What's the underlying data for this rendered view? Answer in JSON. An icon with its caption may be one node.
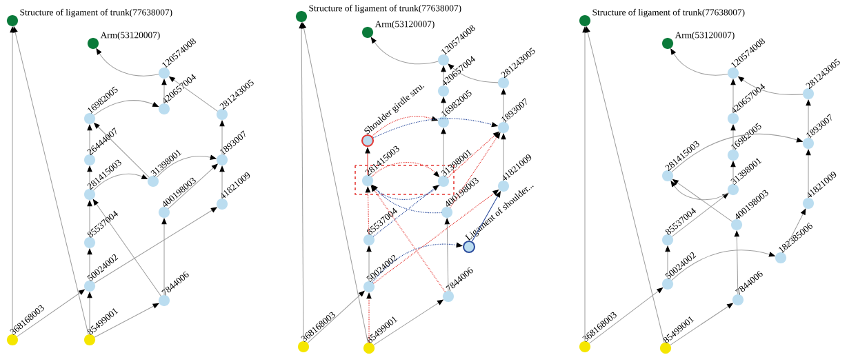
{
  "diagram": {
    "nodes": [
      {
        "text": [
          "Structure of ligament of trunk(77638007)"
        ]
      },
      {
        "text": [
          "Arm(53120007)"
        ]
      },
      {
        "text": [
          "120574008"
        ]
      },
      {
        "text": [
          "420657004"
        ]
      },
      {
        "text": [
          "16982005"
        ]
      },
      {
        "text": [
          "281243005"
        ]
      },
      {
        "text": [
          "26444007"
        ]
      },
      {
        "text": [
          "1893007"
        ]
      },
      {
        "text": [
          "31398001"
        ]
      },
      {
        "text": [
          "281415003"
        ]
      },
      {
        "text": [
          "41821009"
        ]
      },
      {
        "text": [
          "400198003"
        ]
      },
      {
        "text": [
          "85537004"
        ]
      },
      {
        "text": [
          "50024002"
        ]
      },
      {
        "text": [
          "7844006"
        ]
      },
      {
        "text": [
          "368168003"
        ]
      },
      {
        "text": [
          "85499001"
        ]
      },
      {
        "text": [
          "Structure of ligament of trunk(77638007)"
        ]
      },
      {
        "text": [
          "Arm(53120007)"
        ]
      },
      {
        "text": [
          "120574008"
        ]
      },
      {
        "text": [
          "281243005"
        ]
      },
      {
        "text": [
          "420657004"
        ]
      },
      {
        "text": [
          "16982005"
        ]
      },
      {
        "text": [
          "1893007"
        ]
      },
      {
        "text": [
          "Shoulder girdle stru."
        ]
      },
      {
        "text": [
          "281415003"
        ]
      },
      {
        "text": [
          "31398001"
        ]
      },
      {
        "text": [
          "41821009"
        ]
      },
      {
        "text": [
          "400198003"
        ]
      },
      {
        "text": [
          "85537004"
        ]
      },
      {
        "text": [
          "Ligament of shoulder..."
        ]
      },
      {
        "text": [
          "50024002"
        ]
      },
      {
        "text": [
          "7844006"
        ]
      },
      {
        "text": [
          "368168003"
        ]
      },
      {
        "text": [
          "85499001"
        ]
      },
      {
        "text": [
          "Structure of ligament of trunk(77638007)"
        ]
      },
      {
        "text": [
          "Arm(53120007)"
        ]
      },
      {
        "text": [
          "120574008"
        ]
      },
      {
        "text": [
          "281243005"
        ]
      },
      {
        "text": [
          "420657004"
        ]
      },
      {
        "text": [
          "1893007"
        ]
      },
      {
        "text": [
          "16982005"
        ]
      },
      {
        "text": [
          "281415003"
        ]
      },
      {
        "text": [
          "31398001"
        ]
      },
      {
        "text": [
          "41821009"
        ]
      },
      {
        "text": [
          "400198003"
        ]
      },
      {
        "text": [
          "85537004"
        ]
      },
      {
        "text": [
          "182385006"
        ]
      },
      {
        "text": [
          "50024002"
        ]
      },
      {
        "text": [
          "7844006"
        ]
      },
      {
        "text": [
          "368168003"
        ]
      },
      {
        "text": [
          "85499001"
        ]
      }
    ],
    "edges": [
      {
        "from": 15,
        "to": 0,
        "arrow": "to"
      },
      {
        "from": 15,
        "to": 13,
        "arrow": "to"
      },
      {
        "from": 16,
        "to": 0,
        "arrow": "to"
      },
      {
        "from": 16,
        "to": 13,
        "arrow": "to"
      },
      {
        "from": 16,
        "to": 14,
        "arrow": "to"
      },
      {
        "from": 13,
        "to": 12,
        "arrow": "to"
      },
      {
        "from": 13,
        "to": 10,
        "arrow": "to"
      },
      {
        "from": 12,
        "to": 9,
        "arrow": "to"
      },
      {
        "from": 14,
        "to": 9,
        "arrow": "to"
      },
      {
        "from": 14,
        "to": 11,
        "arrow": "to"
      },
      {
        "from": 9,
        "to": 8,
        "arrow": "to"
      },
      {
        "from": 9,
        "to": 6,
        "arrow": "to"
      },
      {
        "from": 6,
        "to": 4,
        "arrow": "to"
      },
      {
        "from": 8,
        "to": 4,
        "arrow": "to"
      },
      {
        "from": 8,
        "to": 7,
        "arrow": "to"
      },
      {
        "from": 11,
        "to": 7,
        "arrow": "to"
      },
      {
        "from": 10,
        "to": 7,
        "arrow": "to"
      },
      {
        "from": 7,
        "to": 5,
        "arrow": "to"
      },
      {
        "from": 4,
        "to": 3,
        "arrow": "to"
      },
      {
        "from": 3,
        "to": 2,
        "arrow": "to"
      },
      {
        "from": 5,
        "to": 2,
        "arrow": "to"
      },
      {
        "from": 2,
        "to": 1,
        "arrow": "to"
      },
      {
        "from": 33,
        "to": 17,
        "arrow": "to"
      },
      {
        "from": 33,
        "to": 31,
        "arrow": "to"
      },
      {
        "from": 34,
        "to": 17,
        "arrow": "to"
      },
      {
        "from": 34,
        "to": 32,
        "arrow": "to"
      },
      {
        "from": 31,
        "to": 29,
        "arrow": "to"
      },
      {
        "from": 32,
        "to": 28,
        "arrow": "to"
      },
      {
        "from": 26,
        "to": 22,
        "arrow": "to"
      },
      {
        "from": 22,
        "to": 21,
        "arrow": "to"
      },
      {
        "from": 21,
        "to": 19,
        "arrow": "to"
      },
      {
        "from": 20,
        "to": 19,
        "arrow": "to"
      },
      {
        "from": 23,
        "to": 20,
        "arrow": "to"
      },
      {
        "from": 27,
        "to": 23,
        "arrow": "to"
      },
      {
        "from": 19,
        "to": 18,
        "arrow": "to"
      },
      {
        "from": 25,
        "to": 24,
        "arrow": "to",
        "color": "#e53935"
      },
      {
        "from": 30,
        "to": 27,
        "arrow": "to",
        "color": "#2f4f9f"
      },
      {
        "from": 24,
        "to": 22,
        "arrow": "to",
        "style": "dashed",
        "color": "#e53935"
      },
      {
        "from": 25,
        "to": 26,
        "arrow": "to",
        "style": "dashed",
        "color": "#e53935"
      },
      {
        "from": 34,
        "to": 31,
        "arrow": "to",
        "style": "dashed",
        "color": "#e53935"
      },
      {
        "from": 29,
        "to": 25,
        "arrow": "to",
        "style": "dashed",
        "color": "#e53935"
      },
      {
        "from": 32,
        "to": 25,
        "arrow": "to",
        "style": "dashed",
        "color": "#e53935"
      },
      {
        "from": 31,
        "to": 27,
        "arrow": "to",
        "style": "dashed",
        "color": "#e53935"
      },
      {
        "from": 26,
        "to": 23,
        "arrow": "to",
        "style": "dashed",
        "color": "#e53935"
      },
      {
        "from": 28,
        "to": 23,
        "arrow": "to",
        "style": "dashed",
        "color": "#e53935"
      },
      {
        "from": 24,
        "to": 23,
        "arrow": "to",
        "style": "dashed",
        "color": "#2f4f9f"
      },
      {
        "from": 26,
        "to": 25,
        "arrow": "to",
        "style": "dashed",
        "color": "#2f4f9f"
      },
      {
        "from": 29,
        "to": 26,
        "arrow": "to",
        "style": "dashed",
        "color": "#2f4f9f"
      },
      {
        "from": 28,
        "to": 25,
        "arrow": "to",
        "style": "dashed",
        "color": "#2f4f9f"
      },
      {
        "from": 31,
        "to": 30,
        "arrow": "to",
        "style": "dashed",
        "color": "#2f4f9f"
      },
      {
        "from": 50,
        "to": 35,
        "arrow": "to"
      },
      {
        "from": 50,
        "to": 48,
        "arrow": "to"
      },
      {
        "from": 51,
        "to": 35,
        "arrow": "to"
      },
      {
        "from": 51,
        "to": 49,
        "arrow": "to"
      },
      {
        "from": 48,
        "to": 46,
        "arrow": "to"
      },
      {
        "from": 48,
        "to": 47,
        "arrow": "to"
      },
      {
        "from": 47,
        "to": 44,
        "arrow": "to"
      },
      {
        "from": 44,
        "to": 40,
        "arrow": "to"
      },
      {
        "from": 40,
        "to": 38,
        "arrow": "to"
      },
      {
        "from": 38,
        "to": 37,
        "arrow": "to"
      },
      {
        "from": 46,
        "to": 43,
        "arrow": "to"
      },
      {
        "from": 43,
        "to": 42,
        "arrow": "to"
      },
      {
        "from": 45,
        "to": 42,
        "arrow": "to"
      },
      {
        "from": 49,
        "to": 45,
        "arrow": "to"
      },
      {
        "from": 42,
        "to": 40,
        "arrow": "to"
      },
      {
        "from": 43,
        "to": 41,
        "arrow": "to"
      },
      {
        "from": 41,
        "to": 39,
        "arrow": "to"
      },
      {
        "from": 39,
        "to": 37,
        "arrow": "to"
      },
      {
        "from": 37,
        "to": 36,
        "arrow": "to"
      }
    ]
  }
}
